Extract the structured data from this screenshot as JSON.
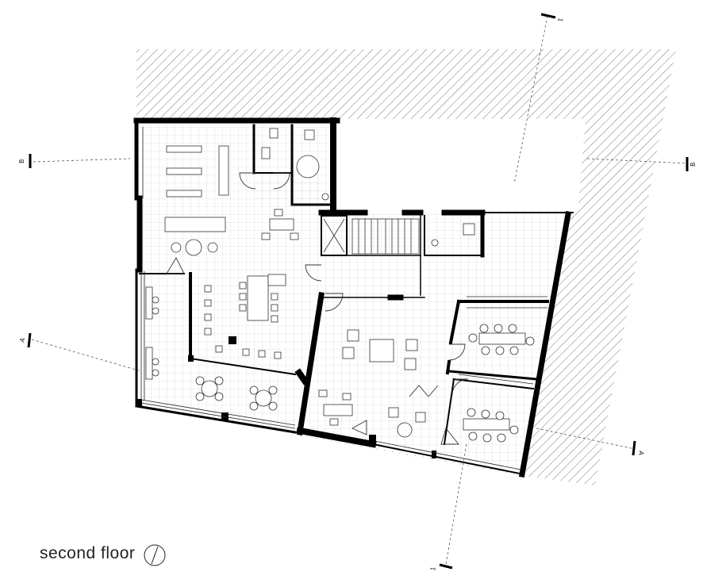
{
  "caption": "second floor",
  "icons": {
    "north": "north-arrow-icon"
  },
  "section_markers": {
    "a": "A",
    "b": "B",
    "one": "1"
  },
  "colors": {
    "wall": "#000000",
    "line": "#222222",
    "grid": "#c8c8c8",
    "hatch": "#444444"
  }
}
